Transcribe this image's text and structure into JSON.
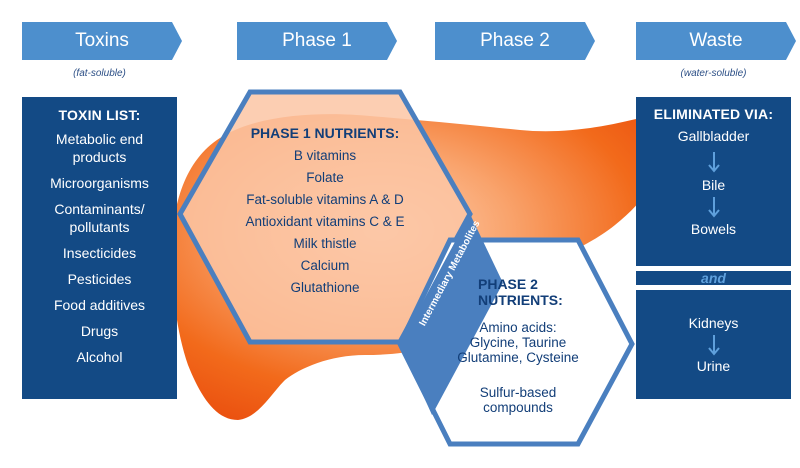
{
  "headers": {
    "toxins": "Toxins",
    "phase1": "Phase 1",
    "phase2": "Phase 2",
    "waste": "Waste"
  },
  "subtitles": {
    "fat": "(fat-soluble)",
    "water": "(water-soluble)"
  },
  "toxin_list": {
    "title": "TOXIN LIST:",
    "items": [
      "Metabolic end products",
      "Microorganisms",
      "Contaminants/ pollutants",
      "Insecticides",
      "Pesticides",
      "Food additives",
      "Drugs",
      "Alcohol"
    ]
  },
  "phase1_nutrients": {
    "title": "PHASE 1 NUTRIENTS:",
    "items": [
      "B vitamins",
      "Folate",
      "Fat-soluble vitamins A & D",
      "Antioxidant vitamins C & E",
      "Milk thistle",
      "Calcium",
      "Glutathione"
    ]
  },
  "intermediary": "Intermediary Metabolites",
  "phase2_nutrients": {
    "title_line1": "PHASE 2",
    "title_line2": "NUTRIENTS:",
    "amino_line1": "Amino acids:",
    "amino_line2": "Glycine, Taurine",
    "amino_line3": "Glutamine, Cysteine",
    "sulfur_line1": "Sulfur-based",
    "sulfur_line2": "compounds"
  },
  "eliminated": {
    "title": "ELIMINATED VIA:",
    "gallbladder": "Gallbladder",
    "bile": "Bile",
    "bowels": "Bowels",
    "and": "and",
    "kidneys": "Kidneys",
    "urine": "Urine"
  },
  "colors": {
    "header_blue": "#4d8fcd",
    "panel_navy": "#134a85",
    "hex_border": "#4a7fbf",
    "liver_orange": "#f26a1b",
    "liver_light": "#fbc29f",
    "text_navy": "#123e78"
  }
}
